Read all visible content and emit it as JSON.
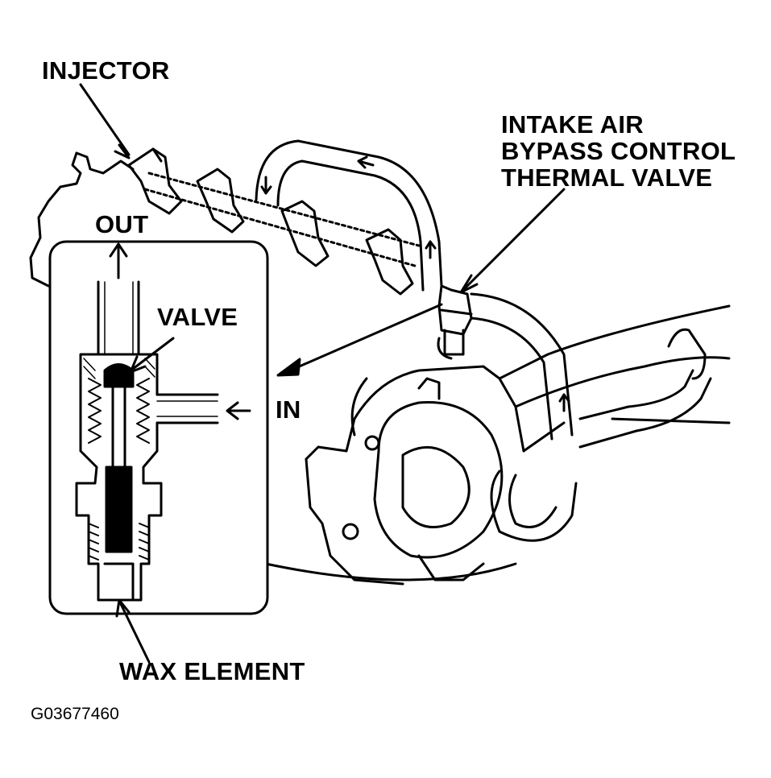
{
  "labels": {
    "injector": "INJECTOR",
    "intake_line1": "INTAKE AIR",
    "intake_line2": "BYPASS CONTROL",
    "intake_line3": "THERMAL VALVE",
    "out": "OUT",
    "valve": "VALVE",
    "in": "IN",
    "wax_element": "WAX ELEMENT",
    "figure_code": "G03677460"
  }
}
